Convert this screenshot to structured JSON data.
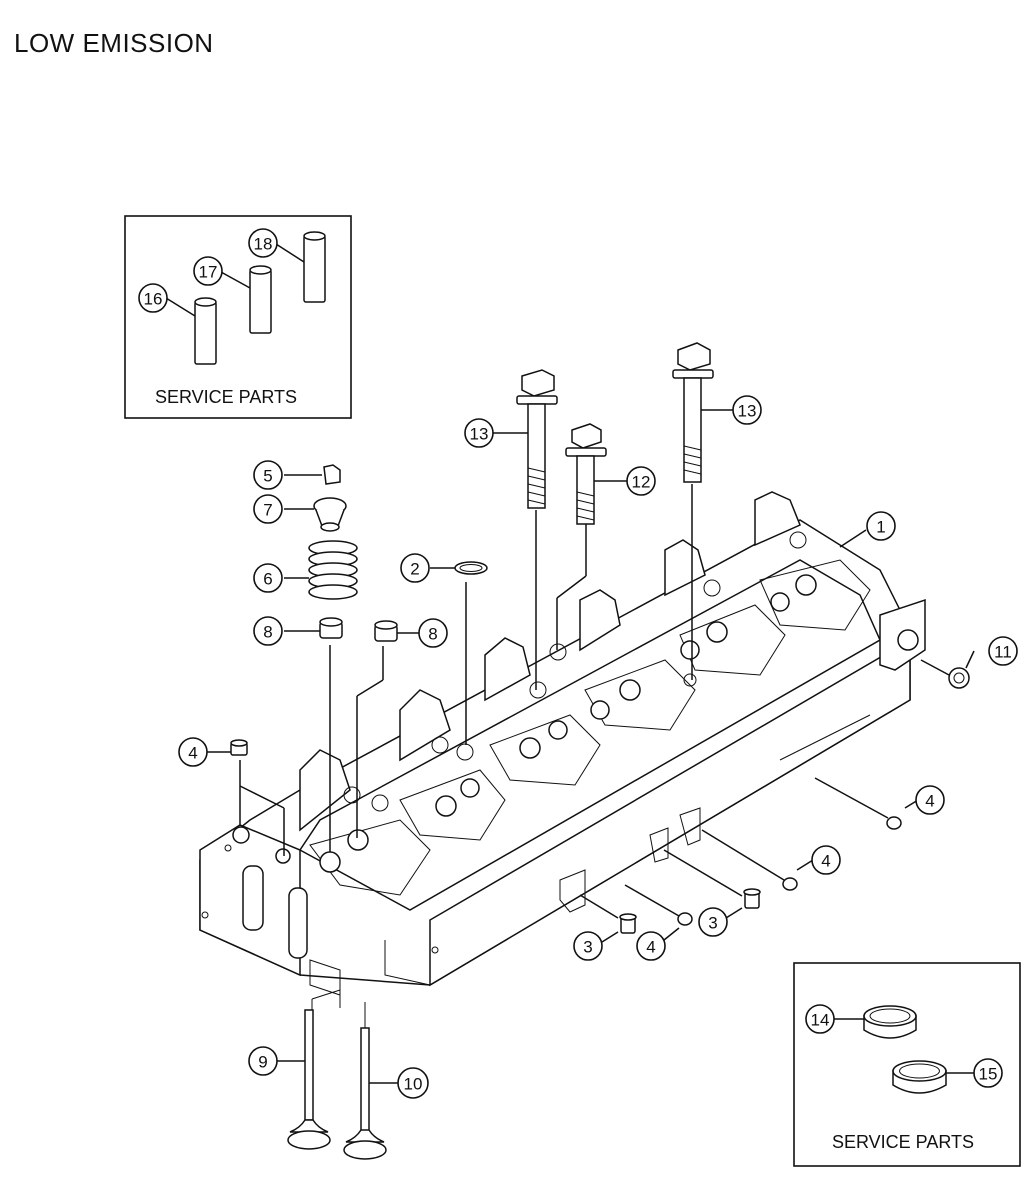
{
  "title": "LOW EMISSION",
  "service_parts_label": "SERVICE PARTS",
  "callouts": {
    "c1": "1",
    "c2": "2",
    "c3a": "3",
    "c3b": "3",
    "c4a": "4",
    "c4b": "4",
    "c4c": "4",
    "c4d": "4",
    "c5": "5",
    "c6": "6",
    "c7": "7",
    "c8a": "8",
    "c8b": "8",
    "c9": "9",
    "c10": "10",
    "c11": "11",
    "c12": "12",
    "c13a": "13",
    "c13b": "13",
    "c14": "14",
    "c15": "15",
    "c16": "16",
    "c17": "17",
    "c18": "18"
  }
}
